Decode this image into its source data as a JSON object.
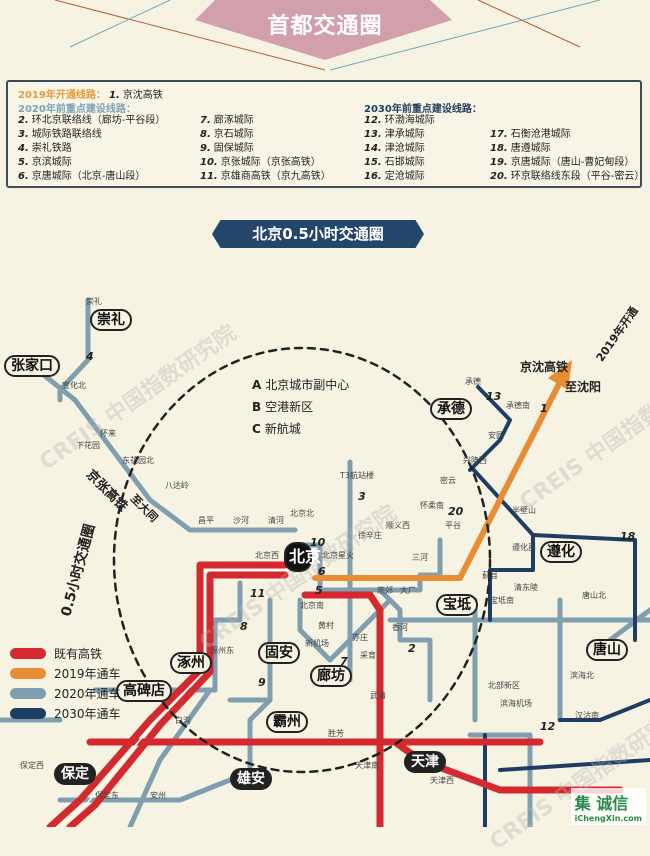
{
  "header": {
    "title": "首都交通圈"
  },
  "routes": {
    "h2019": "2019年开通线路：",
    "r1": {
      "num": "1.",
      "name": "京沈高铁"
    },
    "h2020": "2020年前重点建设线路：",
    "h2030": "2030年前重点建设线路：",
    "list2020": [
      {
        "num": "2.",
        "name": "环北京联络线（廊坊-平谷段）"
      },
      {
        "num": "3.",
        "name": "城际铁路联络线"
      },
      {
        "num": "4.",
        "name": "崇礼铁路"
      },
      {
        "num": "5.",
        "name": "京滨城际"
      },
      {
        "num": "6.",
        "name": "京唐城际（北京-唐山段）"
      },
      {
        "num": "7.",
        "name": "廊涿城际"
      },
      {
        "num": "8.",
        "name": "京石城际"
      },
      {
        "num": "9.",
        "name": "固保城际"
      },
      {
        "num": "10.",
        "name": "京张城际（京张高铁）"
      },
      {
        "num": "11.",
        "name": "京雄商高铁（京九高铁）"
      }
    ],
    "list2030": [
      {
        "num": "12.",
        "name": "环渤海城际"
      },
      {
        "num": "13.",
        "name": "津承城际"
      },
      {
        "num": "14.",
        "name": "津沧城际"
      },
      {
        "num": "15.",
        "name": "石邯城际"
      },
      {
        "num": "16.",
        "name": "定沧城际"
      },
      {
        "num": "17.",
        "name": "石衡沧港城际"
      },
      {
        "num": "18.",
        "name": "唐遵城际"
      },
      {
        "num": "19.",
        "name": "京唐城际（唐山-曹妃甸段）"
      },
      {
        "num": "20.",
        "name": "环京联络线东段（平谷-密云）"
      }
    ]
  },
  "map": {
    "banner": "北京0.5小时交通圈",
    "circle_label": "0.5小时交通圈",
    "abc": [
      {
        "k": "A",
        "v": "北京城市副中心"
      },
      {
        "k": "B",
        "v": "空港新区"
      },
      {
        "k": "C",
        "v": "新航城"
      }
    ],
    "cities": {
      "chongli": "崇礼",
      "zhangjiakou": "张家口",
      "chengde": "承德",
      "beijing": "北京",
      "zunhua": "遵化",
      "baodi": "宝坻",
      "zhuozhou": "涿州",
      "guan": "固安",
      "langfang": "廊坊",
      "gaobeidian": "高碑店",
      "tangshan": "唐山",
      "bazhou": "霸州",
      "xiongan": "雄安",
      "tianjin": "天津",
      "baoding": "保定"
    },
    "stations": {
      "s1": "崇礼",
      "s2": "宣化北",
      "s3": "怀来",
      "s4": "下花园",
      "s5": "东花园北",
      "s6": "八达岭",
      "s7": "昌平",
      "s8": "沙河",
      "s9": "清河",
      "s10": "北京北",
      "s11": "北京西",
      "s12": "北京南",
      "s13": "T3航站楼",
      "s14": "徐辛庄",
      "s15": "顺义西",
      "s16": "怀柔南",
      "s17": "密云",
      "s18": "平谷",
      "s19": "三河",
      "s20": "大厂",
      "s21": "燕郊",
      "s22": "兴隆西",
      "s23": "安匠",
      "s24": "承德南",
      "s25": "承德",
      "s26": "半壁山",
      "s27": "遵化西",
      "s28": "蓟县",
      "s29": "清东陵",
      "s30": "宝坻南",
      "s31": "唐山北",
      "s32": "滨海北",
      "s33": "汉沽南",
      "s34": "北部新区",
      "s35": "滨海机场",
      "s36": "天津南",
      "s37": "天津西",
      "s38": "胜芳",
      "s39": "武清",
      "s40": "亦庄",
      "s41": "黄村",
      "s42": "新机场",
      "s43": "涿州东",
      "s44": "白沟",
      "s45": "保定东",
      "s46": "安州",
      "s47": "保定西",
      "s48": "北京星火",
      "s49": "香河",
      "s50": "采育"
    },
    "nums": [
      "1",
      "2",
      "3",
      "4",
      "5",
      "6",
      "7",
      "8",
      "9",
      "10",
      "11",
      "12",
      "13",
      "18",
      "20"
    ],
    "annotations": {
      "jingshen": "京沈高铁",
      "jingshen_open": "2019年开通",
      "to_shenyang": "至沈阳",
      "jingzhang": "京张高铁",
      "to_datong": "至大同"
    },
    "legend": [
      {
        "label": "既有高铁",
        "color": "#d42a2f"
      },
      {
        "label": "2019年通车",
        "color": "#e88d33"
      },
      {
        "label": "2020年通车",
        "color": "#7f9fb0"
      },
      {
        "label": "2030年通车",
        "color": "#1e3d63"
      }
    ],
    "watermark": "CREIS 中国指数研究院",
    "logo": {
      "mark": "集 诚信",
      "site": "iChengXin.com"
    }
  }
}
